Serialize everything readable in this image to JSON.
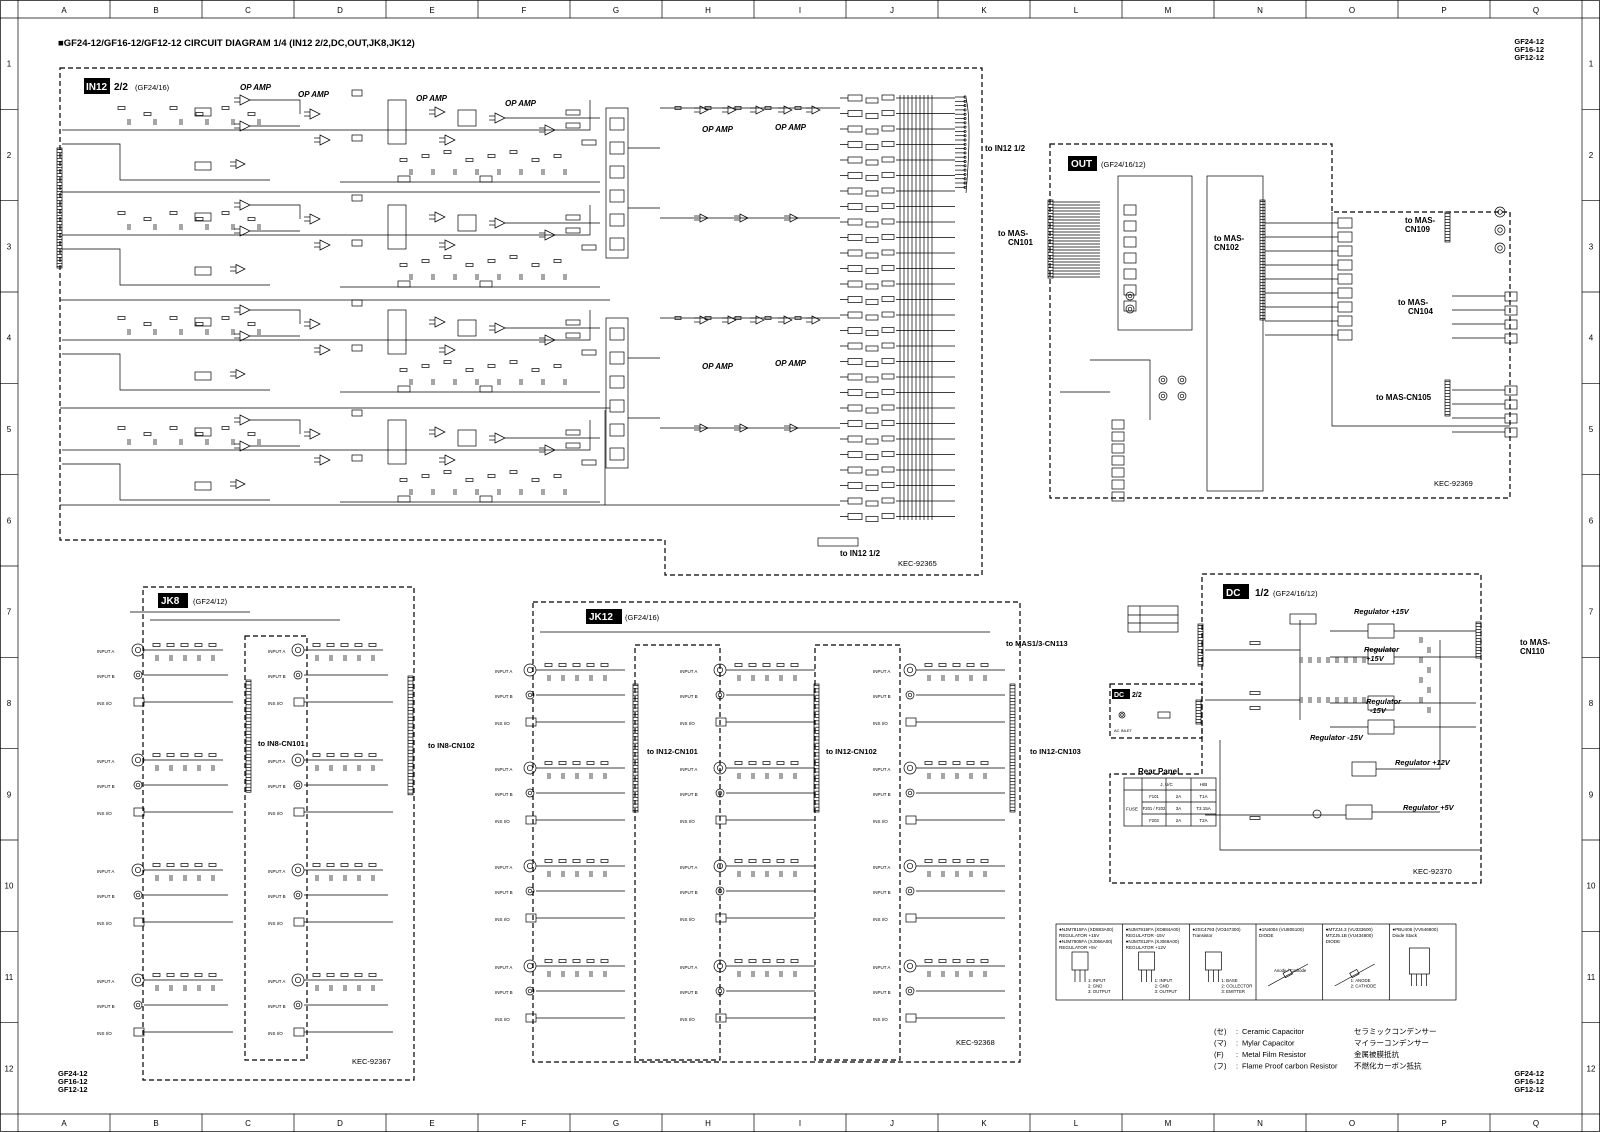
{
  "title": "■GF24-12/GF16-12/GF12-12 CIRCUIT DIAGRAM 1/4 (IN12 2/2,DC,OUT,JK8,JK12)",
  "models": [
    "GF24-12",
    "GF16-12",
    "GF12-12"
  ],
  "grid": {
    "columns": [
      "A",
      "B",
      "C",
      "D",
      "E",
      "F",
      "G",
      "H",
      "I",
      "J",
      "K",
      "L",
      "M",
      "N",
      "O",
      "P",
      "Q"
    ],
    "rows": [
      "1",
      "2",
      "3",
      "4",
      "5",
      "6",
      "7",
      "8",
      "9",
      "10",
      "11",
      "12"
    ]
  },
  "blocks": {
    "in12": {
      "tag": "IN12",
      "part": "2/2",
      "model": "(GF24/16)",
      "pcb": "KEC-92365",
      "op_amp": "OP AMP",
      "to_in12_top": "to IN12 1/2",
      "to_in12_bottom": "to IN12 1/2"
    },
    "out": {
      "tag": "OUT",
      "model": "(GF24/16/12)",
      "pcb": "KEC-92369",
      "links": [
        "to MAS-\nCN101",
        "to MAS-\nCN102",
        "to MAS-\nCN109",
        "to MAS-\nCN104",
        "to MAS-CN105"
      ]
    },
    "jk8": {
      "tag": "JK8",
      "model": "(GF24/12)",
      "pcb": "KEC-92367",
      "links": [
        "to IN8-CN101",
        "to IN8-CN102"
      ]
    },
    "jk12": {
      "tag": "JK12",
      "model": "(GF24/16)",
      "pcb": "KEC-92368",
      "links": [
        "to IN12-CN101",
        "to IN12-CN102",
        "to IN12-CN103",
        "to MAS1/3-CN113"
      ]
    },
    "dc": {
      "tag": "DC",
      "part": "1/2",
      "model": "(GF24/16/12)",
      "pcb": "KEC-92370",
      "sub_tag": "DC",
      "sub_part": "2/2",
      "to_mas": "to MAS-\nCN110",
      "regulators": [
        "Regulator +15V",
        "Regulator\n+15V",
        "Regulator\n-15V",
        "Regulator -15V",
        "Regulator +12V",
        "Regulator +5V"
      ],
      "rear_panel": {
        "title": "Rear Panel",
        "header": [
          "",
          "J, U/C",
          "H/B"
        ],
        "fuse_label": "FUSE",
        "rows": [
          [
            "F101",
            "2A",
            "T1A"
          ],
          [
            "F201 / F202",
            "3A",
            "T3.15A"
          ],
          [
            "F203",
            "2A",
            "T2A"
          ]
        ]
      }
    }
  },
  "legend": [
    {
      "symbol": "(セ)",
      "en": "Ceramic Capacitor",
      "jp": "セラミックコンデンサー"
    },
    {
      "symbol": "(マ)",
      "en": "Mylar Capacitor",
      "jp": "マイラーコンデンサー"
    },
    {
      "symbol": "(F)",
      "en": "Metal Film Resistor",
      "jp": "金属被膜抵抗"
    },
    {
      "symbol": "(フ)",
      "en": "Flame Proof carbon Resistor",
      "jp": "不燃化カーボン抵抗"
    }
  ],
  "components": [
    {
      "name": "●NJM7815FA (XD883A00)\nREGULATOR +15V\n●NJM7805FA (XJ066A00)\nREGULATOR +5V",
      "pins": "1: INPUT\n2: GND\n3: OUTPUT"
    },
    {
      "name": "●NJM7915FA (XD884A00)\nREGULATOR -15V\n●NJM7812FA (XJ069A00)\nREGULATOR +12V",
      "pins": "1: INPUT\n2: GND\n3: OUTPUT"
    },
    {
      "name": "●2SC4793 (VO347300)\nTransistor",
      "pins": "1: BASE\n2: COLLECTOR\n3: EMITTER"
    },
    {
      "name": "●1N4004 (VU805100)\nDIODE",
      "pins": "Anode / Cathode"
    },
    {
      "name": "●MTZJ4.3 (VU333600)\nMTZJ5.1B (VU434800)\nDIODE",
      "pins": "1: ANODE\n2: CATHODE"
    },
    {
      "name": "●PBU406 (VV546800)\nDiode Stack",
      "pins": ""
    }
  ]
}
